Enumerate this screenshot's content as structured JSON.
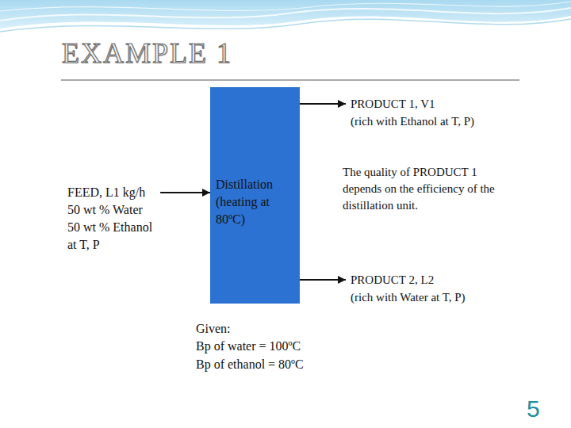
{
  "diagram": {
    "title": "EXAMPLE 1",
    "nodes": [
      {
        "text": [
          "FEED, L1 kg/h",
          "50 wt % Water",
          "50 wt % Ethanol",
          "at T, P"
        ]
      },
      {
        "text": [
          "Distillation (heating at 80ºC)"
        ]
      },
      {
        "text": [
          "PRODUCT 1, V1",
          "(rich with Ethanol at T, P)"
        ]
      },
      {
        "text": [
          "PRODUCT 2, L2",
          "(rich with Water at T, P)"
        ]
      }
    ],
    "edges": [
      {
        "from": 0,
        "to": 1,
        "arrow": "to"
      },
      {
        "from": 1,
        "to": 2,
        "arrow": "to"
      },
      {
        "from": 1,
        "to": 3,
        "arrow": "to"
      }
    ],
    "labels": [
      "The quality of PRODUCT 1 depends on the efficiency of the distillation unit.",
      "Given:",
      "Bp of water = 100ºC",
      "Bp of ethanol = 80ºC",
      "5"
    ]
  }
}
